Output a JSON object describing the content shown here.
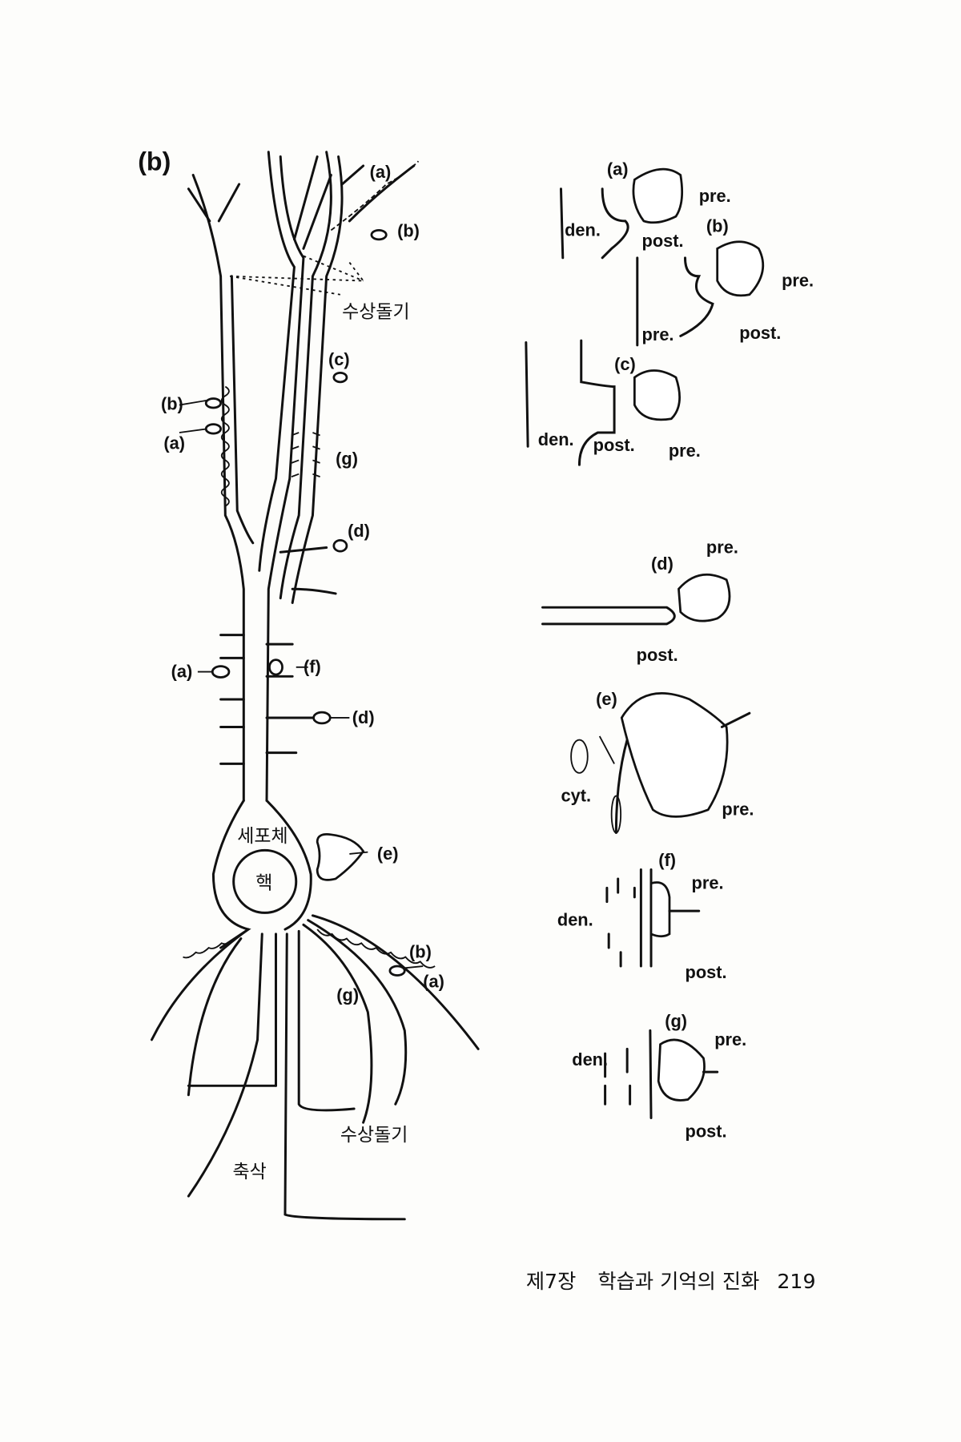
{
  "figure": {
    "panel_label": "(b)",
    "neuron_labels": {
      "top_a": "(a)",
      "top_b": "(b)",
      "dendrite_top": "수상돌기",
      "c": "(c)",
      "left_b": "(b)",
      "left_a": "(a)",
      "g": "(g)",
      "d": "(d)",
      "mid_a": "(a)",
      "f": "(f)",
      "mid_d": "(d)",
      "cell_body": "세포체",
      "nucleus": "핵",
      "e": "(e)",
      "bottom_b": "(b)",
      "bottom_a": "(a)",
      "bottom_g": "(g)",
      "dendrite_bottom": "수상돌기",
      "axon": "축삭"
    },
    "synapses": [
      {
        "id": "(a)",
        "labels": [
          "pre.",
          "den.",
          "post."
        ]
      },
      {
        "id": "(b)",
        "labels": [
          "pre.",
          "pre.",
          "post."
        ]
      },
      {
        "id": "(c)",
        "labels": [
          "den.",
          "post.",
          "pre."
        ]
      },
      {
        "id": "(d)",
        "labels": [
          "pre.",
          "post."
        ]
      },
      {
        "id": "(e)",
        "labels": [
          "cyt.",
          "pre."
        ]
      },
      {
        "id": "(f)",
        "labels": [
          "pre.",
          "den.",
          "post."
        ]
      },
      {
        "id": "(g)",
        "labels": [
          "pre.",
          "den.",
          "post."
        ]
      }
    ]
  },
  "footer": {
    "chapter": "제7장",
    "title": "학습과 기억의 진화",
    "page_number": "219"
  }
}
